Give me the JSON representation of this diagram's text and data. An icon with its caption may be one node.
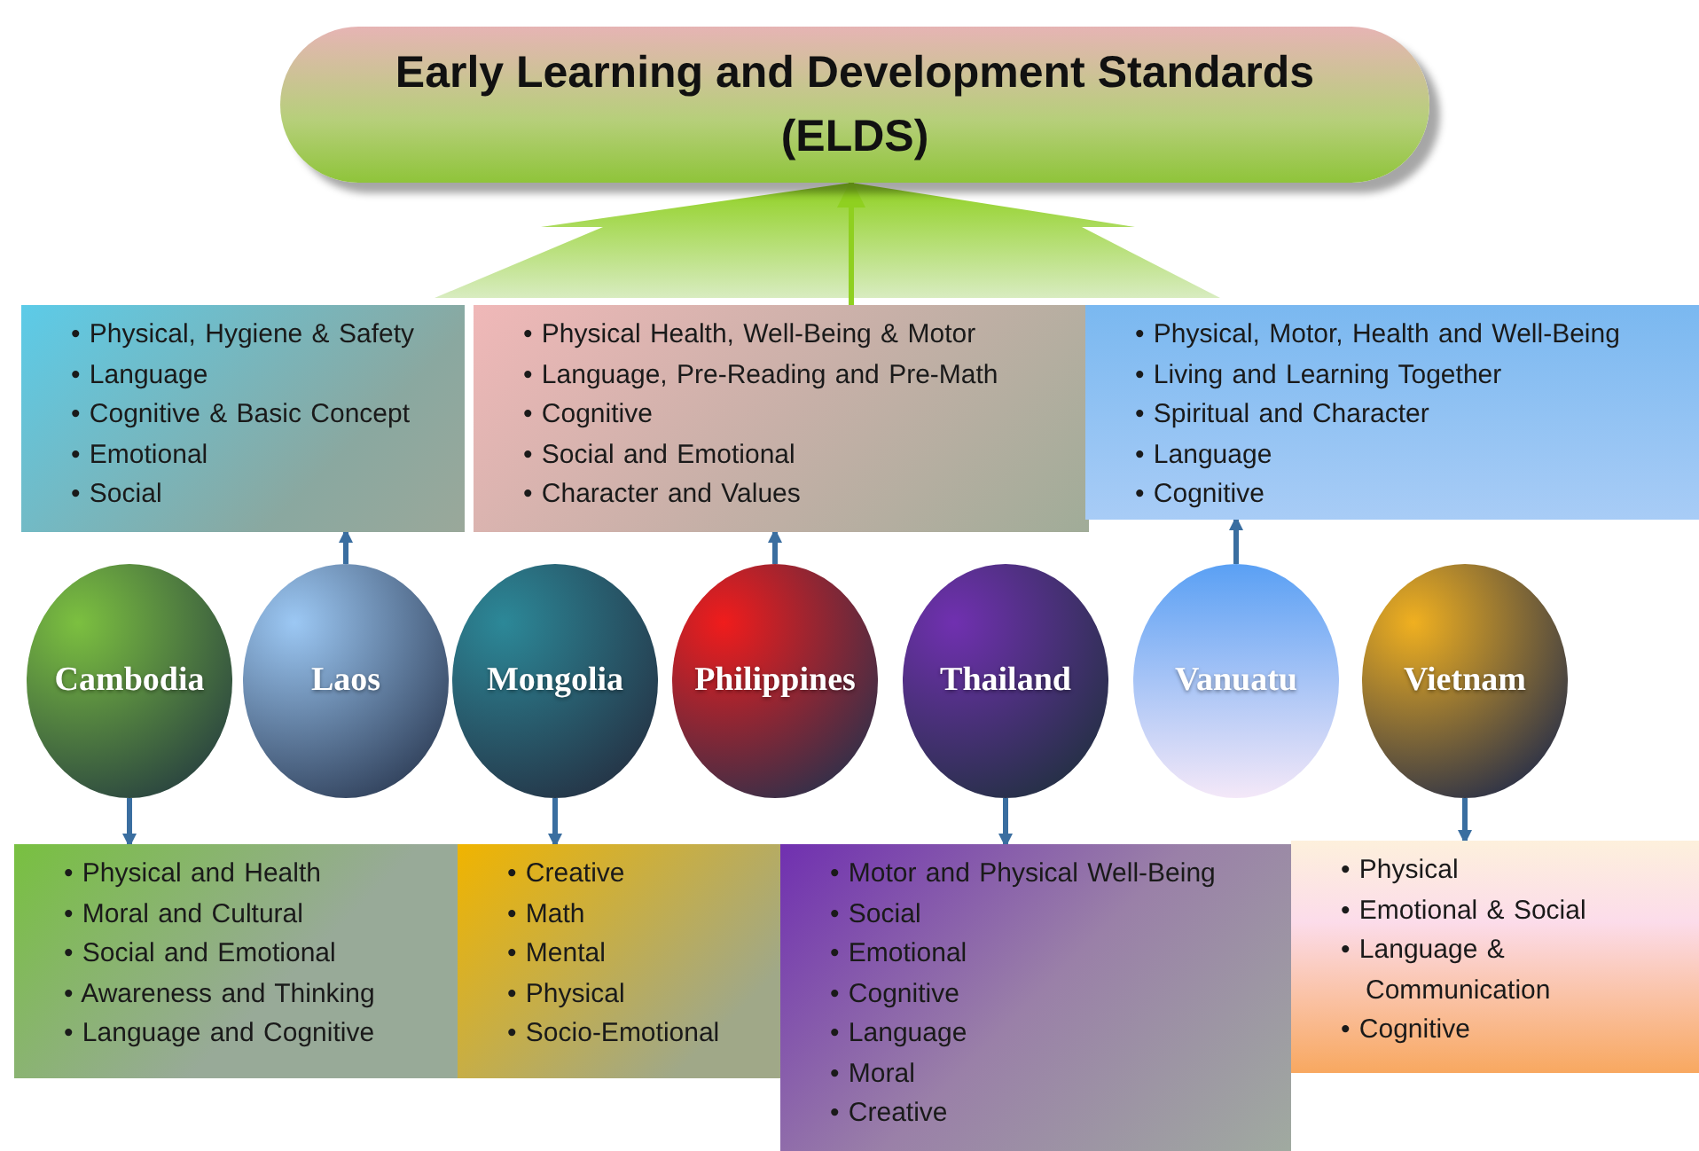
{
  "diagram": {
    "nodes": [
      {
        "text": [
          "Early Learning and Development Standards (ELDS)"
        ]
      },
      {
        "text": [
          "• Physical, Hygiene & Safety",
          "• Language",
          "• Cognitive & Basic Concept",
          "• Emotional",
          "• Social"
        ]
      },
      {
        "text": [
          "• Physical Health, Well-Being & Motor",
          "• Language, Pre-Reading and Pre-Math",
          "• Cognitive",
          "• Social and Emotional",
          "• Character and Values"
        ]
      },
      {
        "text": [
          "• Physical, Motor, Health and Well-Being",
          "• Living and Learning Together",
          "• Spiritual and Character",
          "• Language",
          "• Cognitive"
        ]
      },
      {
        "text": [
          "Cambodia"
        ]
      },
      {
        "text": [
          "Laos"
        ]
      },
      {
        "text": [
          "Mongolia"
        ]
      },
      {
        "text": [
          "Philippines"
        ]
      },
      {
        "text": [
          "Thailand"
        ]
      },
      {
        "text": [
          "Vanuatu"
        ]
      },
      {
        "text": [
          "Vietnam"
        ]
      },
      {
        "text": [
          "• Physical and Health",
          "• Moral and Cultural",
          "• Social and Emotional",
          "• Awareness and Thinking",
          "• Language and Cognitive"
        ]
      },
      {
        "text": [
          "• Creative",
          "• Math",
          "• Mental",
          "• Physical",
          "• Socio-Emotional"
        ]
      },
      {
        "text": [
          "• Motor and Physical Well-Being",
          "• Social",
          "• Emotional",
          "• Cognitive",
          "• Language",
          "• Moral",
          "• Creative"
        ]
      },
      {
        "text": [
          "• Physical",
          "• Emotional & Social",
          "• Language & Communication",
          "• Cognitive"
        ]
      }
    ],
    "edges": [
      {
        "from": 2,
        "to": 0,
        "arrow": "to",
        "color": "#8fd020"
      },
      {
        "from": 5,
        "to": 1,
        "arrow": "to"
      },
      {
        "from": 7,
        "to": 2,
        "arrow": "to"
      },
      {
        "from": 9,
        "to": 3,
        "arrow": "to"
      },
      {
        "from": 4,
        "to": 11,
        "arrow": "to"
      },
      {
        "from": 6,
        "to": 12,
        "arrow": "to"
      },
      {
        "from": 8,
        "to": 13,
        "arrow": "to"
      },
      {
        "from": 10,
        "to": 14,
        "arrow": "to"
      }
    ]
  }
}
